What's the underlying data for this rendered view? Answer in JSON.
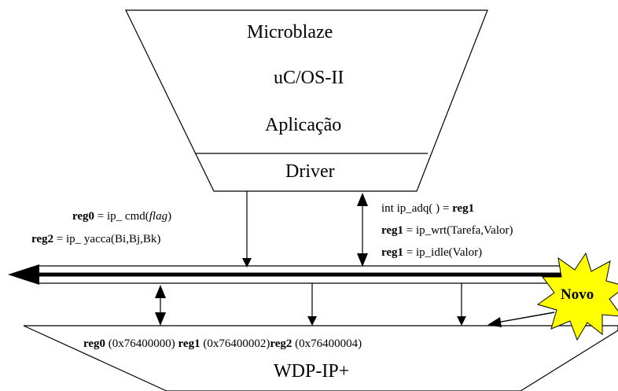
{
  "stack": {
    "layer1": "Microblaze",
    "layer2": "uC/OS-II",
    "layer3": "Aplicação",
    "driver": "Driver"
  },
  "left_calls": {
    "line1_reg": "reg0",
    "line1_eq": " = ip_ cmd(",
    "line1_flag": "flag",
    "line1_close": ")",
    "line2_reg": "reg2",
    "line2_eq": " = ip_ yacca(Bi,Bj,Bk)"
  },
  "right_calls": {
    "line1_pre": "int ip_adq( ) = ",
    "line1_reg": "reg1",
    "line2_reg": "reg1",
    "line2_eq": " = ip_wrt(Tarefa,Valor)",
    "line3_reg": "reg1",
    "line3_eq": " = ip_idle(Valor)"
  },
  "registers": {
    "reg0_name": "reg0",
    "reg0_addr": " (0x76400000) ",
    "reg1_name": "reg1",
    "reg1_addr": " (0x76400002)",
    "reg2_name": "reg2",
    "reg2_addr": " (0x76400004)"
  },
  "ip_block": {
    "label": "WDP-IP+"
  },
  "badge": {
    "label": "Novo",
    "fill": "#ffff00"
  },
  "colors": {
    "line": "#000000",
    "background": "#ffffff"
  }
}
